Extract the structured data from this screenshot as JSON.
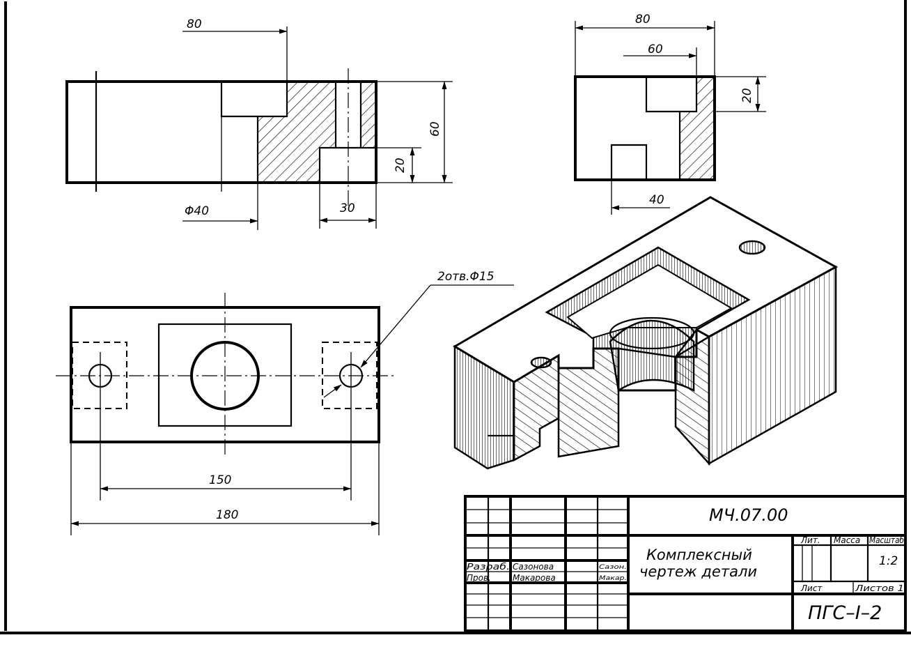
{
  "drawing": {
    "front_view": {
      "dim_top": "80",
      "dim_height": "60",
      "dim_step": "20",
      "dim_bore": "Φ40",
      "dim_width": "30"
    },
    "side_view": {
      "dim_total": "80",
      "dim_inner": "60",
      "dim_height": "20",
      "dim_bottom": "40"
    },
    "top_view": {
      "holes_note": "2отв.Φ15",
      "dim_centers": "150",
      "dim_length": "180"
    }
  },
  "title_block": {
    "designation": "МЧ.07.00",
    "title_line1": "Комплексный",
    "title_line2": "чертеж детали",
    "col_lit": "Лит.",
    "col_mass": "Масса",
    "col_scale": "Масштаб",
    "scale_value": "1:2",
    "sheet_label": "Лист",
    "sheets_label": "Листов 1",
    "group": "ПГС–I–2",
    "roles": [
      {
        "role": "Разраб.",
        "name": "Сазонова",
        "sign": "Сазон."
      },
      {
        "role": "Пров.",
        "name": "Макарова",
        "sign": "Макар."
      }
    ]
  }
}
